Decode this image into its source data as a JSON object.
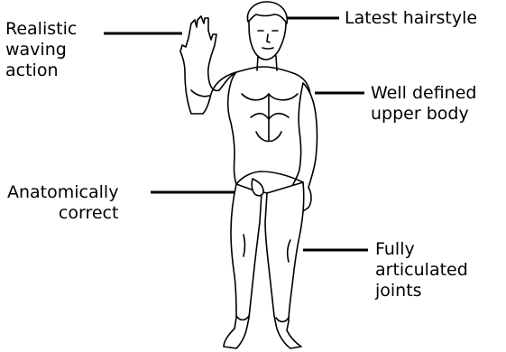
{
  "colors": {
    "ink": "#000000",
    "background": "#ffffff",
    "figure_fill": "#ffffff"
  },
  "figure": {
    "icon": "standing-human-figure"
  },
  "callouts": {
    "waving": {
      "lines": [
        "Realistic",
        "waving",
        "action"
      ]
    },
    "hairstyle": {
      "lines": [
        "Latest hairstyle"
      ]
    },
    "upper_body": {
      "lines": [
        "Well defined",
        "upper body"
      ]
    },
    "anatomy": {
      "lines": [
        "Anatomically",
        "correct"
      ]
    },
    "joints": {
      "lines": [
        "Fully",
        "articulated",
        "joints"
      ]
    }
  }
}
